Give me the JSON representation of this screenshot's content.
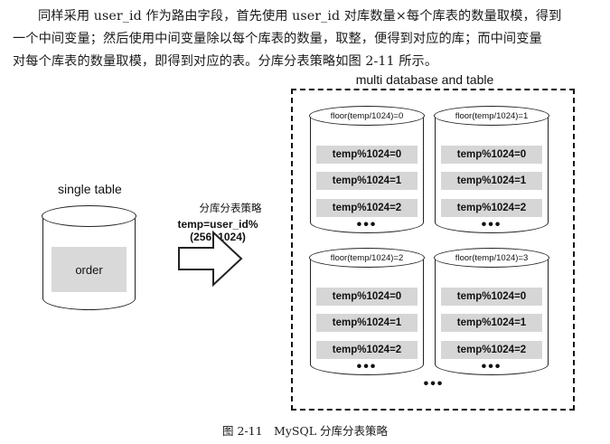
{
  "paragraph": {
    "lines": [
      "同样采用 user_id 作为路由字段，首先使用 user_id 对库数量×每个库表的数量取模，得到",
      "一个中间变量；然后使用中间变量除以每个库表的数量，取整，便得到对应的库；而中间变量",
      "对每个库表的数量取模，即得到对应的表。分库分表策略如图 2-11 所示。"
    ]
  },
  "single": {
    "label": "single table",
    "table_name": "order"
  },
  "strategy": {
    "label": "分库分表策略",
    "formula": "temp=user_id%(256×1024)"
  },
  "multi": {
    "title": "multi database and table",
    "databases": [
      {
        "label": "floor(temp/1024)=0",
        "tables": [
          "temp%1024=0",
          "temp%1024=1",
          "temp%1024=2"
        ],
        "more": "•••"
      },
      {
        "label": "floor(temp/1024)=1",
        "tables": [
          "temp%1024=0",
          "temp%1024=1",
          "temp%1024=2"
        ],
        "more": "•••"
      },
      {
        "label": "floor(temp/1024)=2",
        "tables": [
          "temp%1024=0",
          "temp%1024=1",
          "temp%1024=2"
        ],
        "more": "•••"
      },
      {
        "label": "floor(temp/1024)=3",
        "tables": [
          "temp%1024=0",
          "temp%1024=1",
          "temp%1024=2"
        ],
        "more": "•••"
      }
    ],
    "more": "•••"
  },
  "caption": "图 2-11　MySQL 分库分表策略"
}
